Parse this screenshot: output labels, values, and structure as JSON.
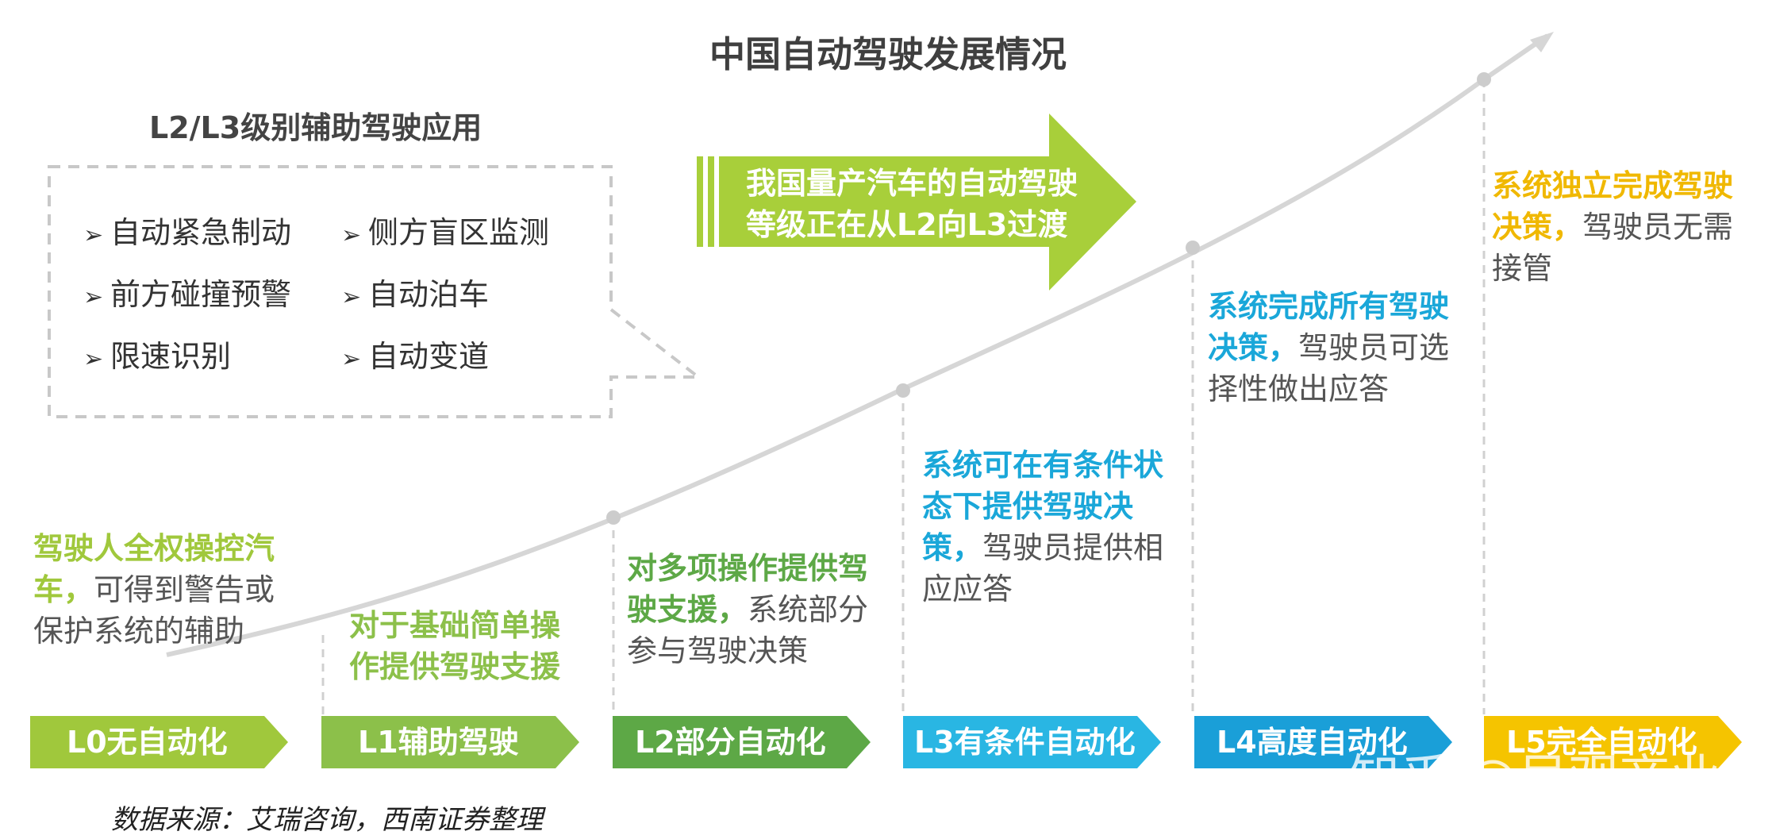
{
  "title": "中国自动驾驶发展情况",
  "l2l3_box": {
    "subtitle": "L2/L3级别辅助驾驶应用",
    "bullet": "➢",
    "features": [
      "自动紧急制动",
      "侧方盲区监测",
      "前方碰撞预警",
      "自动泊车",
      "限速识别",
      "自动变道"
    ]
  },
  "transition_arrow": {
    "line1": "我国量产汽车的自动驾驶",
    "line2": "等级正在从L2向L3过渡",
    "color": "#a8cf3a"
  },
  "stages": [
    {
      "label": "L0无自动化",
      "color": "#a0c83c",
      "highlight": "驾驶人全权操控汽车，",
      "rest": "可得到警告或保护系统的辅助",
      "hl_color": "#a0c83c"
    },
    {
      "label": "L1辅助驾驶",
      "color": "#8cc04a",
      "highlight": "对于基础简单操作提供驾驶支援",
      "rest": "",
      "hl_color": "#8cc04a"
    },
    {
      "label": "L2部分自动化",
      "color": "#5da846",
      "highlight": "对多项操作提供驾驶支援，",
      "rest": "系统部分参与驾驶决策",
      "hl_color": "#5da846"
    },
    {
      "label": "L3有条件自动化",
      "color": "#29b6e3",
      "highlight": "系统可在有条件状态下提供驾驶决策，",
      "rest": "驾驶员提供相应应答",
      "hl_color": "#1aa7d9"
    },
    {
      "label": "L4高度自动化",
      "color": "#1a9fd8",
      "highlight": "系统完成所有驾驶决策，",
      "rest": "驾驶员可选择性做出应答",
      "hl_color": "#1aa7d9"
    },
    {
      "label": "L5完全自动化",
      "color": "#f5c400",
      "highlight": "系统独立完成驾驶决策，",
      "rest": "驾驶员无需接管",
      "hl_color": "#f0b800"
    }
  ],
  "source": "数据来源：艾瑞咨询，西南证券整理",
  "watermark": "知乎 @吴观商业"
}
